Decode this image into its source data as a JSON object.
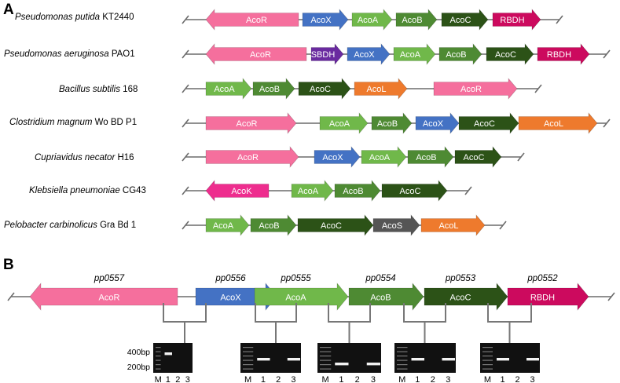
{
  "panels": {
    "A": "A",
    "B": "B"
  },
  "colors": {
    "AcoR": "#f56f9d",
    "AcoX": "#4472c4",
    "AcoA": "#70b84a",
    "AcoB": "#4e8a33",
    "AcoC": "#2c5217",
    "RBDH": "#cc0a5e",
    "SBDH": "#6a2aa0",
    "AcoL": "#ee7a2d",
    "AcoK": "#ee2d8e",
    "AcoS": "#555555"
  },
  "panelA": {
    "rows": [
      {
        "species": "Pseudomonas putida",
        "strain": " KT2440",
        "genes": [
          {
            "name": "AcoR",
            "dir": "left"
          },
          {
            "name": "AcoX",
            "dir": "right"
          },
          {
            "name": "AcoA",
            "dir": "right"
          },
          {
            "name": "AcoB",
            "dir": "right"
          },
          {
            "name": "AcoC",
            "dir": "right"
          },
          {
            "name": "RBDH",
            "dir": "right"
          }
        ]
      },
      {
        "species": "Pseudomonas aeruginosa",
        "strain": " PAO1",
        "genes": [
          {
            "name": "AcoR",
            "dir": "left"
          },
          {
            "name": "SBDH",
            "dir": "right"
          },
          {
            "name": "AcoX",
            "dir": "right"
          },
          {
            "name": "AcoA",
            "dir": "right"
          },
          {
            "name": "AcoB",
            "dir": "right"
          },
          {
            "name": "AcoC",
            "dir": "right"
          },
          {
            "name": "RBDH",
            "dir": "right"
          }
        ]
      },
      {
        "species": "Bacillus subtilis",
        "strain": " 168",
        "genes": [
          {
            "name": "AcoA",
            "dir": "right"
          },
          {
            "name": "AcoB",
            "dir": "right"
          },
          {
            "name": "AcoC",
            "dir": "right"
          },
          {
            "name": "AcoL",
            "dir": "right"
          },
          {
            "name": "AcoR",
            "dir": "right"
          }
        ]
      },
      {
        "species": "Clostridium magnum",
        "strain": " Wo BD P1",
        "genes": [
          {
            "name": "AcoR",
            "dir": "right"
          },
          {
            "name": "AcoA",
            "dir": "right"
          },
          {
            "name": "AcoB",
            "dir": "right"
          },
          {
            "name": "AcoX",
            "dir": "right"
          },
          {
            "name": "AcoC",
            "dir": "right"
          },
          {
            "name": "AcoL",
            "dir": "right"
          }
        ]
      },
      {
        "species": "Cupriavidus necator",
        "strain": " H16",
        "genes": [
          {
            "name": "AcoR",
            "dir": "right"
          },
          {
            "name": "AcoX",
            "dir": "right"
          },
          {
            "name": "AcoA",
            "dir": "right"
          },
          {
            "name": "AcoB",
            "dir": "right"
          },
          {
            "name": "AcoC",
            "dir": "right"
          }
        ]
      },
      {
        "species": "Klebsiella pneumoniae",
        "strain": " CG43",
        "genes": [
          {
            "name": "AcoK",
            "dir": "left"
          },
          {
            "name": "AcoA",
            "dir": "right"
          },
          {
            "name": "AcoB",
            "dir": "right"
          },
          {
            "name": "AcoC",
            "dir": "right"
          }
        ]
      },
      {
        "species": "Pelobacter carbinolicus",
        "strain": " Gra Bd 1",
        "genes": [
          {
            "name": "AcoA",
            "dir": "right"
          },
          {
            "name": "AcoB",
            "dir": "right"
          },
          {
            "name": "AcoC",
            "dir": "right"
          },
          {
            "name": "AcoS",
            "dir": "right"
          },
          {
            "name": "AcoL",
            "dir": "right"
          }
        ]
      }
    ]
  },
  "panelB": {
    "genes": [
      {
        "name": "AcoR",
        "locus": "pp0557",
        "dir": "left"
      },
      {
        "name": "AcoX",
        "locus": "pp0556",
        "dir": "right"
      },
      {
        "name": "AcoA",
        "locus": "pp0555",
        "dir": "right"
      },
      {
        "name": "AcoB",
        "locus": "pp0554",
        "dir": "right"
      },
      {
        "name": "AcoC",
        "locus": "pp0553",
        "dir": "right"
      },
      {
        "name": "RBDH",
        "locus": "pp0552",
        "dir": "right"
      }
    ],
    "size_markers": [
      "400bp",
      "200bp"
    ],
    "lane_labels": [
      "M",
      "1",
      "2",
      "3"
    ],
    "gels": [
      {
        "bands": [
          1
        ]
      },
      {
        "bands": [
          1,
          3
        ]
      },
      {
        "bands": [
          1,
          3
        ]
      },
      {
        "bands": [
          1,
          3
        ]
      },
      {
        "bands": [
          1,
          3
        ]
      }
    ]
  }
}
